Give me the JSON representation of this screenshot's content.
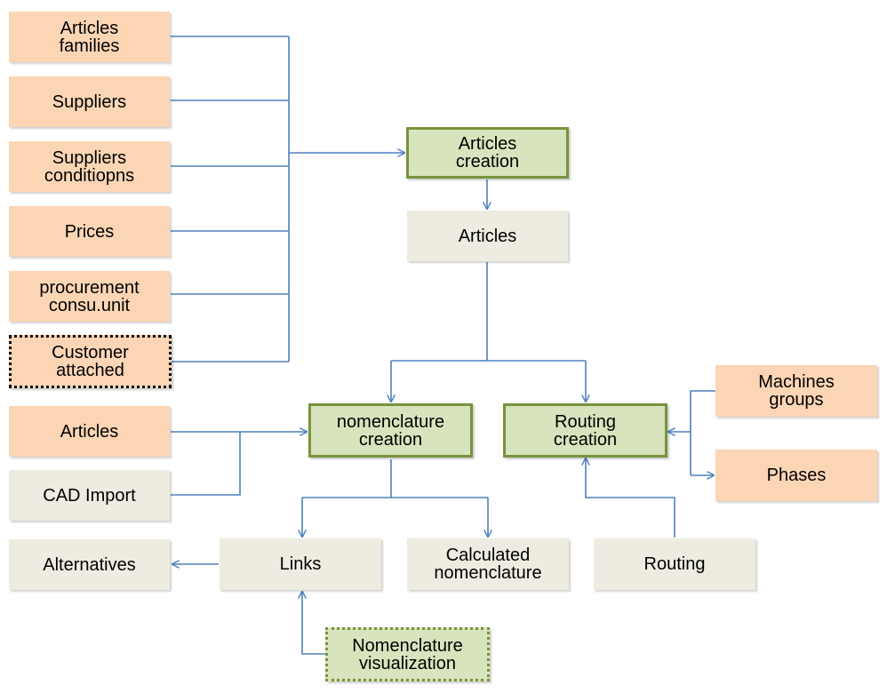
{
  "colors": {
    "peach": "#fcd5b5",
    "beige": "#eeece1",
    "green_fill": "#d7e4bd",
    "green_border": "#77933c",
    "connector": "#4f81bd"
  },
  "nodes": {
    "articles_families": "Articles\nfamilies",
    "suppliers": "Suppliers",
    "suppliers_conditions": "Suppliers\nconditiopns",
    "prices": "Prices",
    "procurement": "procurement\nconsu.unit",
    "customer_attached": "Customer\nattached",
    "articles_input": "Articles",
    "cad_import": "CAD Import",
    "alternatives": "Alternatives",
    "articles_creation": "Articles\ncreation",
    "articles_output": "Articles",
    "nomenclature_creation": "nomenclature\ncreation",
    "routing_creation": "Routing\ncreation",
    "machines_groups": "Machines\ngroups",
    "phases": "Phases",
    "links": "Links",
    "calculated_nomenclature": "Calculated\nnomenclature",
    "routing": "Routing",
    "nomenclature_visualization": "Nomenclature\nvisualization"
  }
}
